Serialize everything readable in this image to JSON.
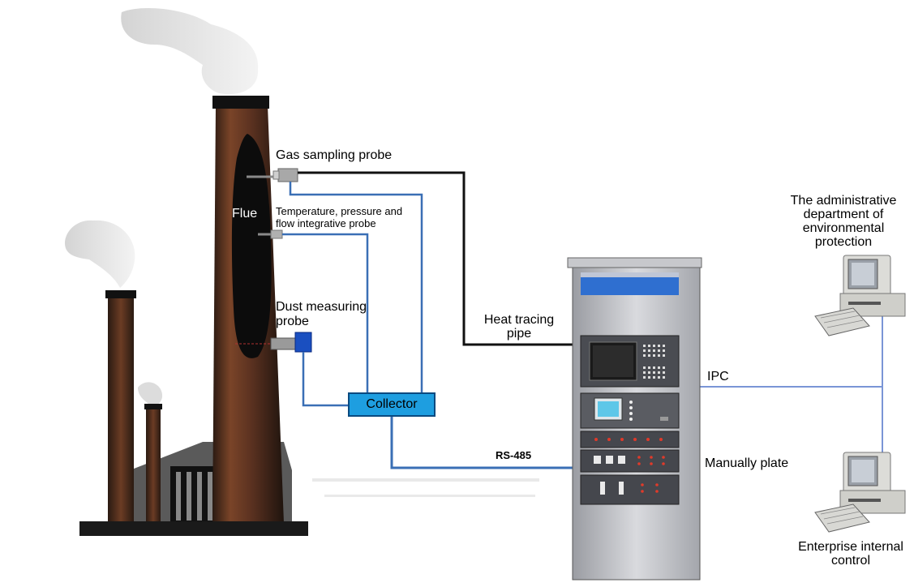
{
  "labels": {
    "gas_probe": "Gas sampling probe",
    "flue": "Flue",
    "temp_probe_line1": "Temperature, pressure and",
    "temp_probe_line2": "flow integrative probe",
    "dust_probe_line1": "Dust measuring",
    "dust_probe_line2": "probe",
    "collector": "Collector",
    "heat_tracing_line1": "Heat tracing",
    "heat_tracing_line2": "pipe",
    "rs485": "RS-485",
    "ipc": "IPC",
    "manual_plate": "Manually plate",
    "admin_line1": "The administrative",
    "admin_line2": "department of",
    "admin_line3": "environmental",
    "admin_line4": "protection",
    "enterprise_line1": "Enterprise internal",
    "enterprise_line2": "control"
  },
  "colors": {
    "signal_line": "#3a6fb5",
    "heat_pipe": "#111111",
    "network_line": "#7a95d6",
    "collector_fill": "#1e9ee0",
    "cabinet_header": "#2f6fd0",
    "chimney_dark": "#3a2a22",
    "chimney_brown": "#6b3c24"
  }
}
